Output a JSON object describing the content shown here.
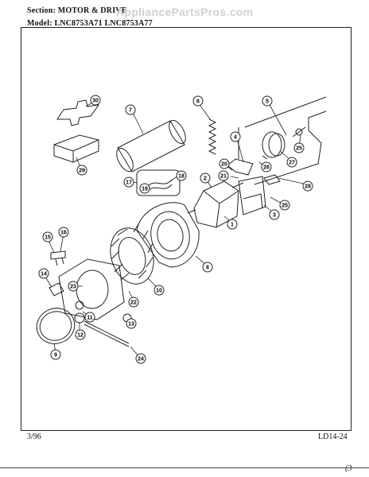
{
  "header": {
    "section": "Section:  MOTOR & DRIVE",
    "model": "Model:  LNC8753A71  LNC8753A77",
    "watermark": "AppliancePartsPros.com"
  },
  "footer": {
    "left": "3/96",
    "right": "LD14-24",
    "corner": "(3"
  },
  "callouts": [
    "30",
    "29",
    "7",
    "6",
    "5",
    "4",
    "25",
    "27",
    "26",
    "20",
    "21",
    "28",
    "2",
    "18",
    "17",
    "19",
    "3",
    "25",
    "1",
    "15",
    "16",
    "8",
    "14",
    "23",
    "10",
    "22",
    "11",
    "13",
    "12",
    "9",
    "24"
  ]
}
